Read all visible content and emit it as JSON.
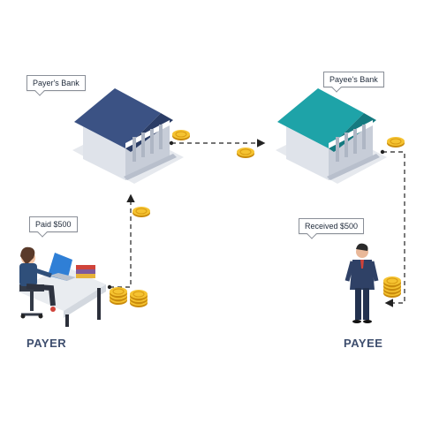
{
  "labels": {
    "payer_bank": "Payer's Bank",
    "payee_bank": "Payee's Bank",
    "paid": "Paid $500",
    "received": "Received $500",
    "payer": "PAYER",
    "payee": "PAYEE"
  },
  "colors": {
    "payer_bank_roof": "#3b5284",
    "payee_bank_roof": "#1ea3a8",
    "coin": "#f2b51e",
    "arrow": "#222222",
    "role_text": "#3e4e6e"
  }
}
